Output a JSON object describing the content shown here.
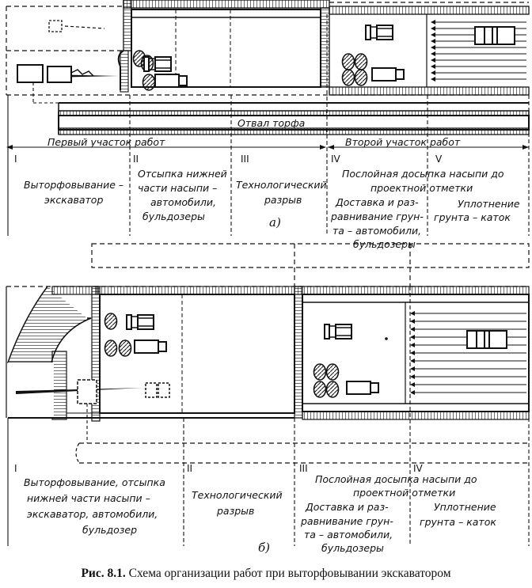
{
  "diagram_a": {
    "label": "а)",
    "spoil_label": "Отвал торфа",
    "section1_label": "Первый участок работ",
    "section2_label": "Второй участок работ",
    "stages": [
      {
        "num": "I",
        "lines": [
          "Выторфовывание –",
          "экскаватор"
        ]
      },
      {
        "num": "II",
        "lines": [
          "Отсыпка нижней",
          "части насыпи –",
          "автомобили,",
          "бульдозеры"
        ]
      },
      {
        "num": "III",
        "lines": [
          "Технологический",
          "разрыв"
        ]
      },
      {
        "num": "IV",
        "lines": [
          "Послойная досыпка насыпи до",
          "проектной отметки"
        ]
      },
      {
        "num": "",
        "lines": [
          "Доставка и раз-",
          "равнивание грун-",
          "та – автомобили,",
          "бульдозеры"
        ]
      },
      {
        "num": "V",
        "lines": [
          "Уплотнение",
          "грунта – каток"
        ]
      }
    ]
  },
  "diagram_b": {
    "label": "б)",
    "stages": [
      {
        "num": "I",
        "lines": [
          "Выторфовывание, отсыпка",
          "нижней части насыпи –",
          "экскаватор, автомобили,",
          "бульдозер"
        ]
      },
      {
        "num": "II",
        "lines": [
          "Технологический",
          "разрыв"
        ]
      },
      {
        "num": "III",
        "lines": [
          "Послойная досыпка насыпи до",
          "проектной отметки"
        ]
      },
      {
        "num": "",
        "lines": [
          "Доставка и раз-",
          "равнивание грун-",
          "та – автомобили,",
          "бульдозеры"
        ]
      },
      {
        "num": "IV",
        "lines": [
          "Уплотнение",
          "грунта – каток"
        ]
      }
    ]
  },
  "caption": {
    "prefix": "Рис. 8.1.",
    "text": " Схема организации работ при выторфовывании экскаватором"
  },
  "colors": {
    "ink": "#111111",
    "background": "#ffffff"
  }
}
